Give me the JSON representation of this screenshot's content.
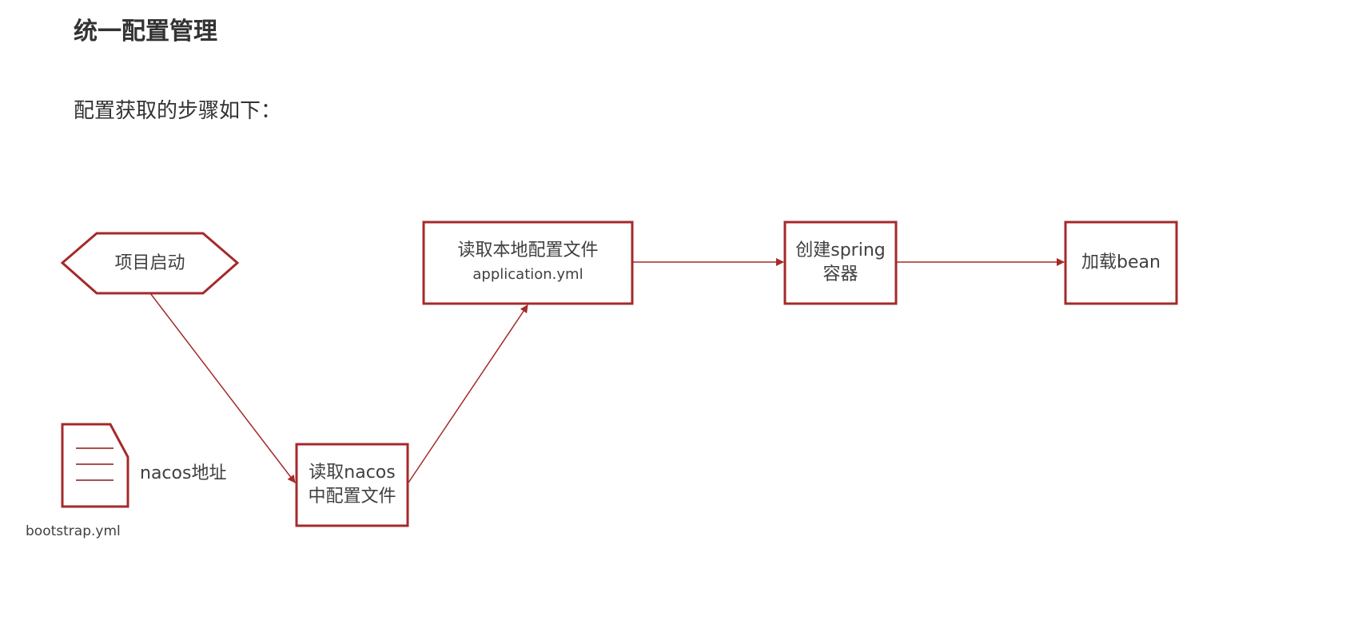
{
  "title": "统一配置管理",
  "subtitle": "配置获取的步骤如下：",
  "colors": {
    "accent": "#a52a2a",
    "text": "#404040"
  },
  "nodes": {
    "start": "项目启动",
    "read_nacos": "读取nacos中配置文件",
    "read_local_line1": "读取本地配置文件",
    "read_local_line2": "application.yml",
    "create_spring": "创建spring容器",
    "load_bean": "加载bean"
  },
  "file": {
    "icon": "document-icon",
    "note": "nacos地址",
    "filename": "bootstrap.yml"
  }
}
